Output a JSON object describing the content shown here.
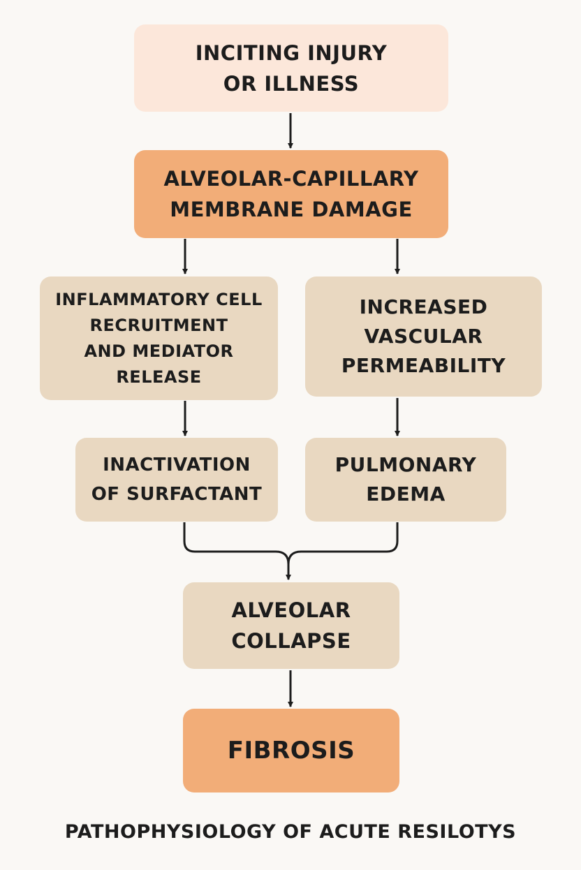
{
  "nodes": {
    "inciting": "INCITING INJURY\nOR ILLNESS",
    "membrane": "ALVEOLAR-CAPILLARY\nMEMBRANE DAMAGE",
    "inflammatory": "INFLAMMATORY CELL\nRECRUITMENT\nAND MEDIATOR\nRELEASE",
    "permeability": "INCREASED\nVASCULAR\nPERMEABILITY",
    "surfactant": "INACTIVATION\nOF SURFACTANT",
    "edema": "PULMONARY\nEDEMA",
    "collapse": "ALVEOLAR\nCOLLAPSE",
    "fibrosis": "FIBROSIS"
  },
  "caption": "PATHOPHYSIOLOGY OF ACUTE RESILOTYS",
  "colors": {
    "light_fill": "#fce7da",
    "accent_fill": "#f2ad78",
    "neutral_fill": "#e9d8c1",
    "arrow": "#1c1c1c"
  }
}
